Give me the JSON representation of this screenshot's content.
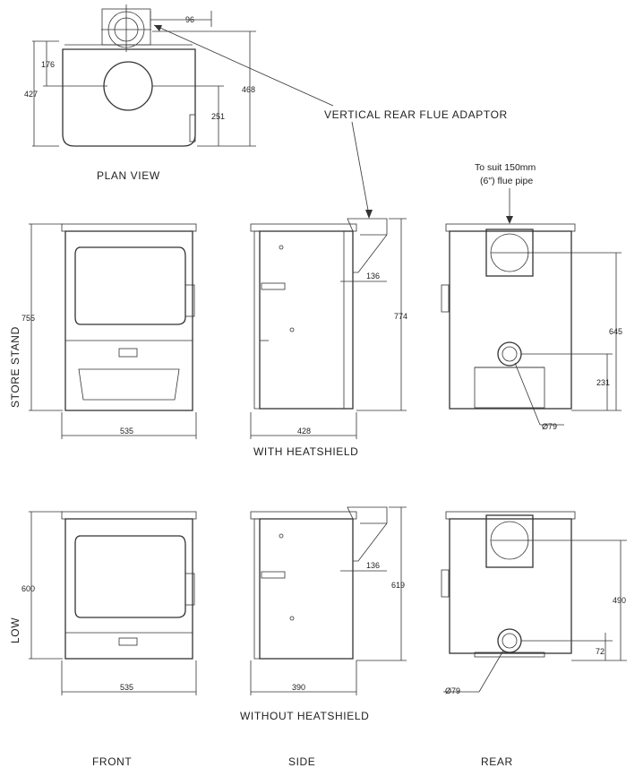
{
  "plan": {
    "title": "PLAN VIEW",
    "dims": {
      "top": "96",
      "d176": "176",
      "d427": "427",
      "d468": "468",
      "d251": "251"
    }
  },
  "callout": {
    "flue_adaptor": "VERTICAL REAR FLUE ADAPTOR",
    "flue_pipe_line1": "To suit 150mm",
    "flue_pipe_line2": "(6\") flue pipe"
  },
  "store_stand": {
    "row_label": "STORE STAND",
    "front": {
      "height": "755",
      "width": "535"
    },
    "side": {
      "flue": "136",
      "height": "774",
      "depth": "428"
    },
    "rear": {
      "flue_height": "645",
      "rear_inlet": "231",
      "diameter": "Ø79"
    },
    "caption": "WITH HEATSHIELD"
  },
  "low": {
    "row_label": "LOW",
    "front": {
      "height": "600",
      "width": "535"
    },
    "side": {
      "flue": "136",
      "height": "619",
      "depth": "390"
    },
    "rear": {
      "flue_height": "490",
      "rear_inlet": "72",
      "diameter": "Ø79"
    },
    "caption": "WITHOUT HEATSHIELD"
  },
  "columns": {
    "front": "FRONT",
    "side": "SIDE",
    "rear": "REAR"
  }
}
